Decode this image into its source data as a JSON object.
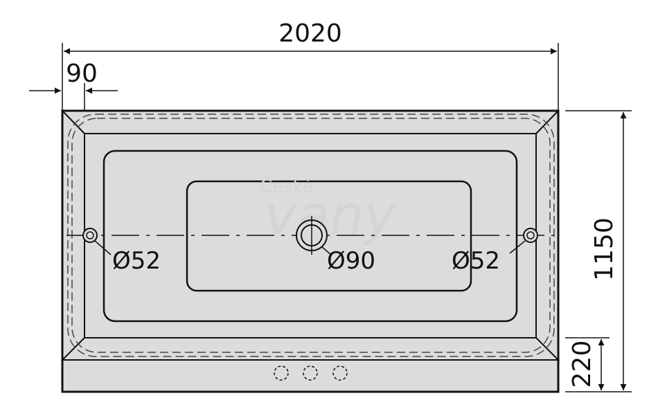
{
  "dimensions": {
    "overall_length": "2020",
    "edge_width": "90",
    "overall_width": "1150",
    "front_panel_height": "220"
  },
  "holes": {
    "left_label": "Ø52",
    "center_label": "Ø90",
    "right_label": "Ø52"
  },
  "watermark": {
    "line1": "České",
    "line2": "vany"
  },
  "colors": {
    "tub_fill": "#dcdcdc",
    "line": "#111111",
    "watermark": "#d4d4d4"
  }
}
